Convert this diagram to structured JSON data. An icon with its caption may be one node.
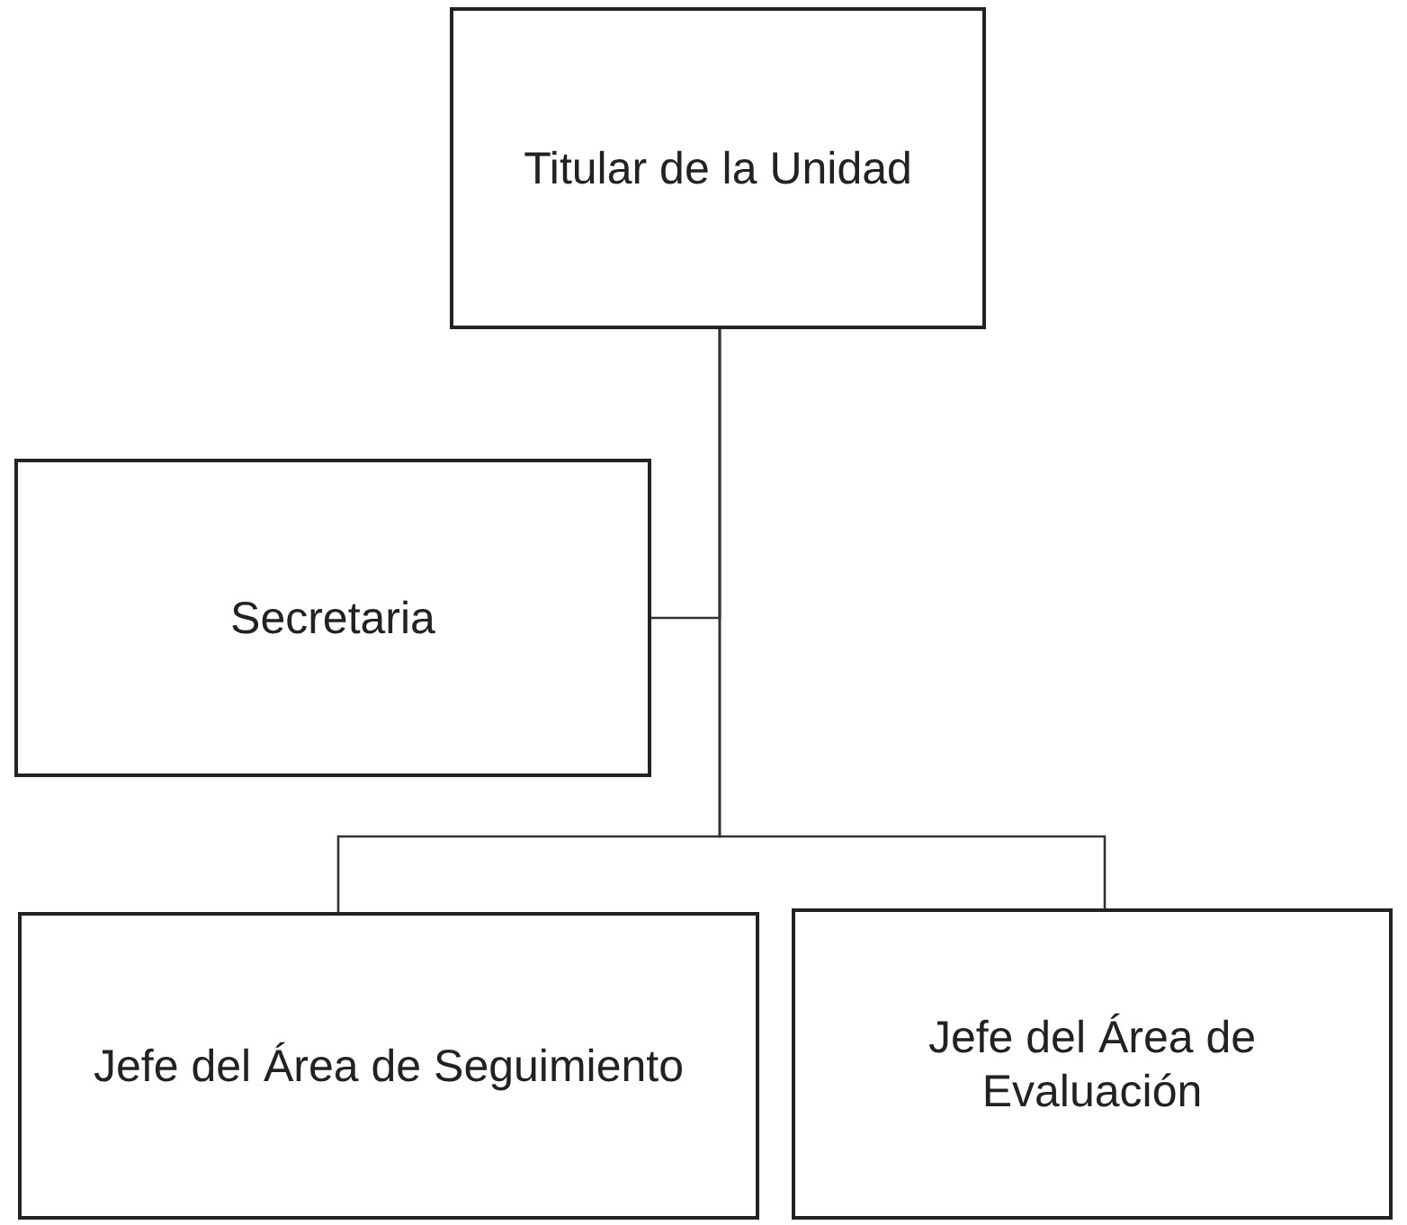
{
  "diagram": {
    "nodes": [
      {
        "text": [
          "Titular de la Unidad"
        ]
      },
      {
        "text": [
          "Secretaria"
        ]
      },
      {
        "text": [
          "Jefe del Área de Seguimiento"
        ]
      },
      {
        "text": [
          "Jefe del Área de Evaluación"
        ]
      }
    ],
    "edges": [
      {
        "from": 0,
        "to": 1,
        "arrow": "none"
      },
      {
        "from": 0,
        "to": 2,
        "arrow": "none"
      },
      {
        "from": 0,
        "to": 3,
        "arrow": "none"
      }
    ]
  }
}
